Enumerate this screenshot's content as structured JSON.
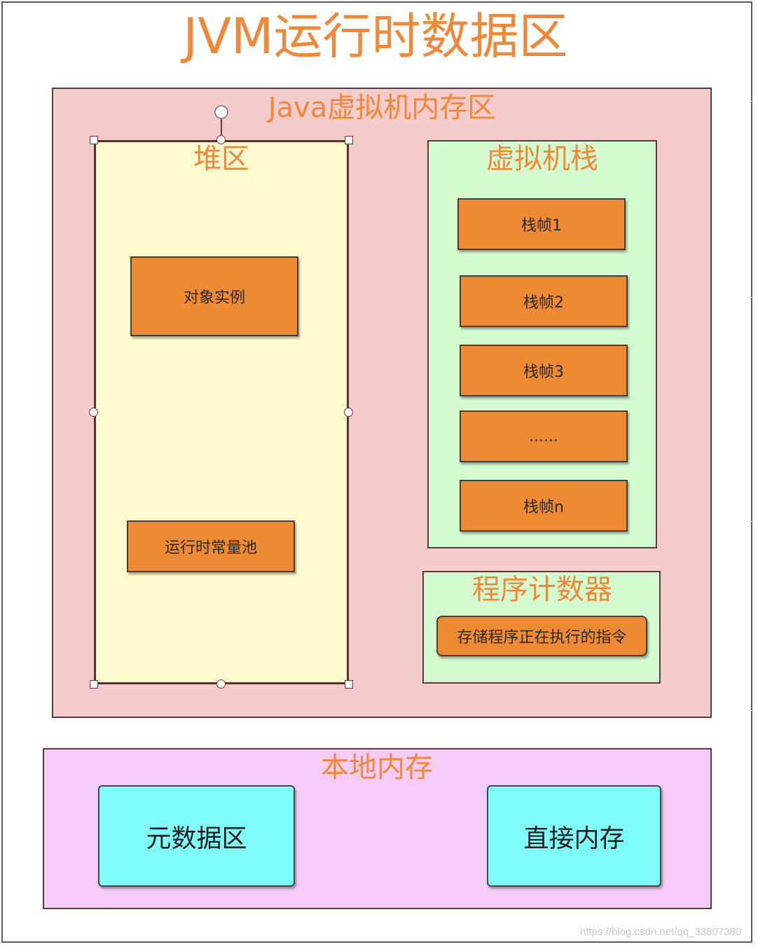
{
  "title": "JVM运行时数据区",
  "jvm_memory": {
    "label": "Java虚拟机内存区",
    "heap": {
      "label": "堆区",
      "object_instance": "对象实例",
      "runtime_constant_pool": "运行时常量池"
    },
    "vm_stack": {
      "label": "虚拟机栈",
      "frames": [
        "栈帧1",
        "栈帧2",
        "栈帧3",
        "......",
        "栈帧n"
      ]
    },
    "program_counter": {
      "label": "程序计数器",
      "description": "存储程序正在执行的指令"
    }
  },
  "native_memory": {
    "label": "本地内存",
    "metaspace": "元数据区",
    "direct_memory": "直接内存"
  },
  "watermark": "https://blog.csdn.net/qq_33807380",
  "colors": {
    "title_text": "#f0883a",
    "jvm_region_fill": "#f5cbcb",
    "heap_fill": "#fefccf",
    "stack_fill": "#d4fbd0",
    "pc_fill": "#d4fbd0",
    "native_fill": "#f5cbf7",
    "orange_box": "#ee8a33",
    "cyan_box": "#80fcfb"
  }
}
